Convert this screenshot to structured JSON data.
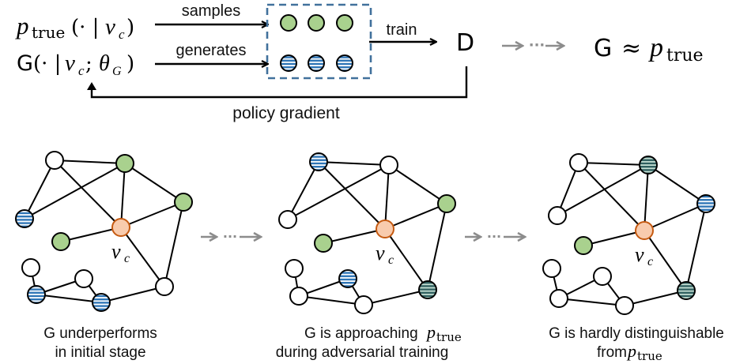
{
  "top": {
    "p_true": {
      "symbol": "p",
      "subscript": "true",
      "args": "(· |",
      "var": "v",
      "var_sub": "c",
      "close": ")"
    },
    "generator": {
      "symbol": "G",
      "args": "(· |",
      "var": "v",
      "var_sub": "c",
      "sep": "; ",
      "param": "θ",
      "param_sub": "G",
      "close": ")"
    },
    "arrow_samples_label": "samples",
    "arrow_generates_label": "generates",
    "arrow_train_label": "train",
    "discriminator_label": "D",
    "feedback_label": "policy gradient",
    "ellipsis": "···",
    "result": {
      "lhs": "G",
      "op": "≈",
      "rhs_symbol": "p",
      "rhs_subscript": "true"
    },
    "sample_box": {
      "real_samples": [
        "green",
        "green",
        "green"
      ],
      "generated_samples": [
        "blue-striped",
        "blue-striped",
        "blue-striped"
      ]
    }
  },
  "colors": {
    "green": "#a9d18e",
    "blue_striped_fill": "#2e75b6",
    "teal_striped_fill": "#2f5f5f",
    "teal_stripe_light": "#c5e0d4",
    "orange_center": "#f8cbad",
    "orange_stroke": "#c55a11",
    "box_dash": "#41719c",
    "arrow_grey": "#8c8c8c",
    "edge": "#000000"
  },
  "graphs": [
    {
      "caption_line1": "G underperforms",
      "caption_line2": "in initial stage",
      "center_label": {
        "var": "v",
        "sub": "c"
      },
      "nodes": {
        "tl": "white",
        "tm": "green",
        "r": "green",
        "l": "blue-striped",
        "c": "orange",
        "g2": "green",
        "br": "white",
        "st": "white",
        "sm": "white",
        "sl": "blue-striped",
        "sb": "blue-striped"
      }
    },
    {
      "caption_line1": "G is approaching ",
      "caption_line1_math": {
        "symbol": "p",
        "subscript": "true"
      },
      "caption_line2": "during adversarial training",
      "center_label": {
        "var": "v",
        "sub": "c"
      },
      "nodes": {
        "tl": "blue-striped",
        "tm": "white",
        "r": "green",
        "l": "white",
        "c": "orange",
        "g2": "green",
        "br": "teal-striped",
        "st": "white",
        "sm": "blue-striped",
        "sl": "white",
        "sb": "white"
      }
    },
    {
      "caption_line1": "G is hardly distinguishable",
      "caption_line2": "from ",
      "caption_line2_math": {
        "symbol": "p",
        "subscript": "true"
      },
      "center_label": {
        "var": "v",
        "sub": "c"
      },
      "nodes": {
        "tl": "white",
        "tm": "teal-striped",
        "r": "blue-striped",
        "l": "white",
        "c": "orange",
        "g2": "green",
        "br": "teal-striped",
        "st": "white",
        "sm": "white",
        "sl": "white",
        "sb": "white"
      }
    }
  ],
  "graph_edges": [
    [
      "tl",
      "tm"
    ],
    [
      "tl",
      "l"
    ],
    [
      "tl",
      "c"
    ],
    [
      "l",
      "tm"
    ],
    [
      "tm",
      "c"
    ],
    [
      "tm",
      "r"
    ],
    [
      "r",
      "c"
    ],
    [
      "r",
      "br"
    ],
    [
      "c",
      "g2"
    ],
    [
      "c",
      "br"
    ],
    [
      "br",
      "sb"
    ],
    [
      "st",
      "sl"
    ],
    [
      "sl",
      "sm"
    ],
    [
      "sm",
      "sb"
    ],
    [
      "sl",
      "sb"
    ]
  ],
  "transitions": [
    "···",
    "···"
  ]
}
